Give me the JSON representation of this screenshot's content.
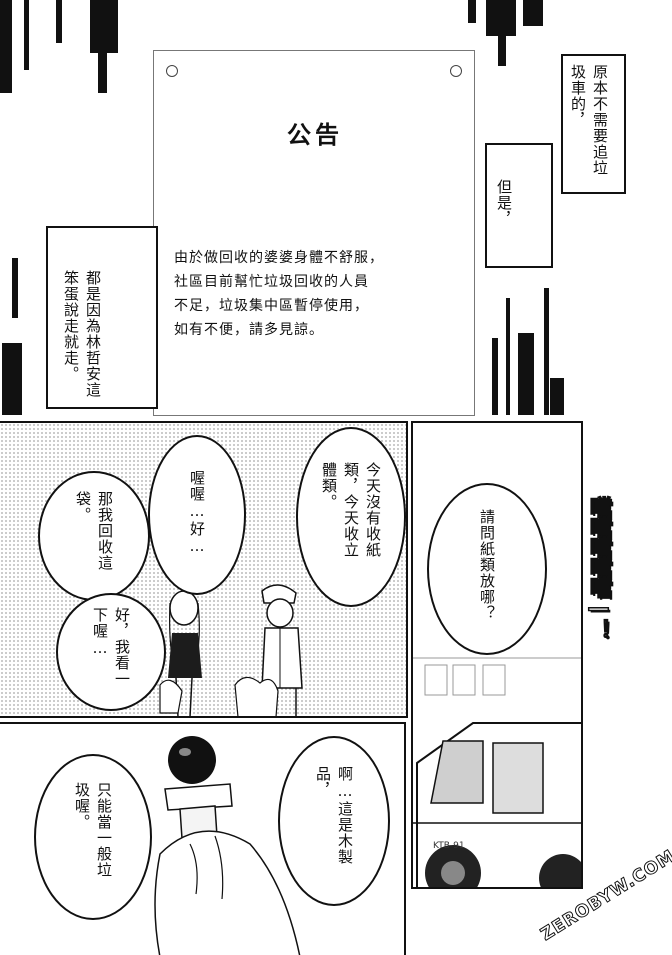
{
  "notice": {
    "title": "公告",
    "lines": [
      "由於做回收的婆婆身體不舒服，",
      "社區目前幫忙垃圾回收的人員",
      "不足，垃圾集中區暫停使用，",
      "如有不便，請多見諒。"
    ]
  },
  "narration": {
    "top_right_1": "原本不需要追垃圾車的，",
    "top_right_2": "但是，",
    "left_box": "都是因為林哲安這笨蛋說走就走。"
  },
  "bubbles": {
    "collector_1": "今天沒有收紙類，今天收立體類。",
    "girl_1": "喔喔…好…",
    "girl_2": "那我回收這袋。",
    "collector_2": "好，我看一下喔…",
    "girl_truck": "請問紙類放哪？",
    "collector_3": "啊…這是木製品，",
    "collector_4": "只能當一般垃圾喔。"
  },
  "sfx": {
    "truck_bell": "噹噹噹噹噹—！"
  },
  "truck_text": {
    "plate": "KTB-91"
  },
  "watermark": "ZEROBYW.COM"
}
